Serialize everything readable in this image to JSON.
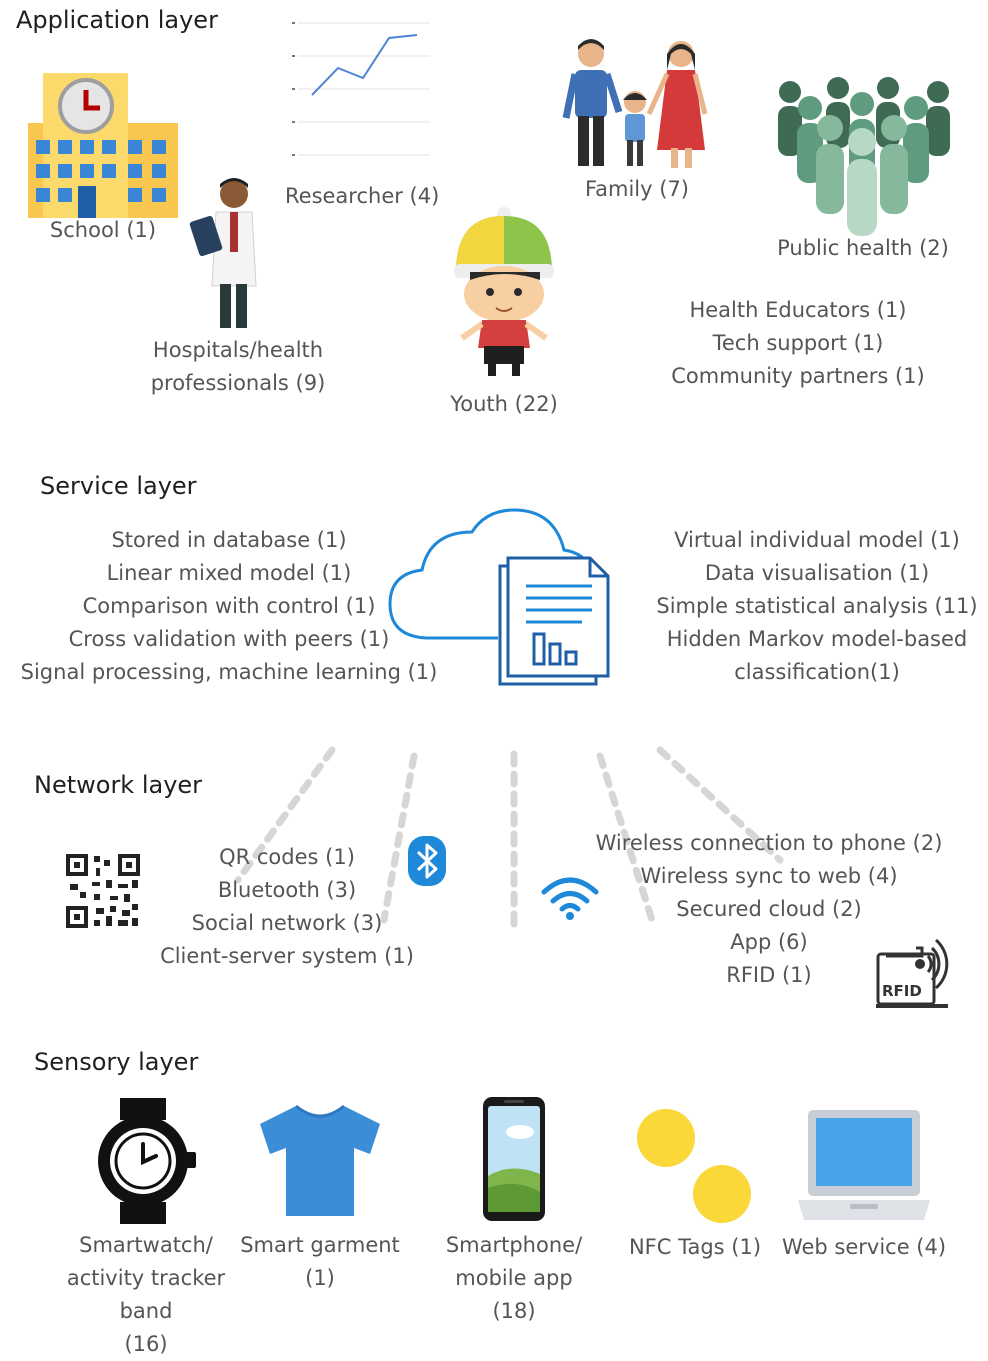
{
  "layers": {
    "application": {
      "title": "Application layer",
      "school": "School (1)",
      "researcher": "Researcher (4)",
      "family": "Family (7)",
      "public_health": "Public health (2)",
      "hospitals": [
        "Hospitals/health",
        "professionals (9)"
      ],
      "youth": "Youth (22)",
      "others": [
        "Health Educators (1)",
        "Tech support (1)",
        "Community partners (1)"
      ]
    },
    "service": {
      "title": "Service layer",
      "left": [
        "Stored in database (1)",
        "Linear mixed model (1)",
        "Comparison with control (1)",
        "Cross validation with peers (1)",
        "Signal processing, machine learning (1)"
      ],
      "right": [
        "Virtual individual model (1)",
        "Data visualisation (1)",
        "Simple statistical analysis (11)",
        "Hidden Markov model-based",
        "classification(1)"
      ]
    },
    "network": {
      "title": "Network layer",
      "left": [
        "QR codes (1)",
        "Bluetooth (3)",
        "Social network (3)",
        "Client-server system  (1)"
      ],
      "right": [
        "Wireless connection to phone (2)",
        "Wireless sync to web (4)",
        "Secured cloud (2)",
        "App (6)",
        "RFID (1)"
      ],
      "rfid_badge": "RFID"
    },
    "sensory": {
      "title": "Sensory layer",
      "smartwatch": [
        "Smartwatch/",
        "activity tracker",
        "band",
        "(16)"
      ],
      "garment": [
        "Smart garment",
        "(1)"
      ],
      "smartphone": [
        "Smartphone/",
        "mobile app",
        "(18)"
      ],
      "nfc": "NFC Tags (1)",
      "web": "Web service (4)"
    }
  },
  "colors": {
    "accent_blue": "#1e88d9",
    "doc_blue": "#1f5fa8",
    "shirt_blue": "#3b8ed6",
    "nfc_yellow": "#fbd83a",
    "people_green": "#5f9c7f"
  },
  "icons": [
    "school-icon",
    "line-chart-icon",
    "family-icon",
    "crowd-icon",
    "doctor-icon",
    "child-icon",
    "cloud-document-icon",
    "qr-code-icon",
    "bluetooth-icon",
    "wifi-icon",
    "rfid-icon",
    "smartwatch-icon",
    "tshirt-icon",
    "smartphone-icon",
    "nfc-tag-icon",
    "laptop-icon"
  ]
}
